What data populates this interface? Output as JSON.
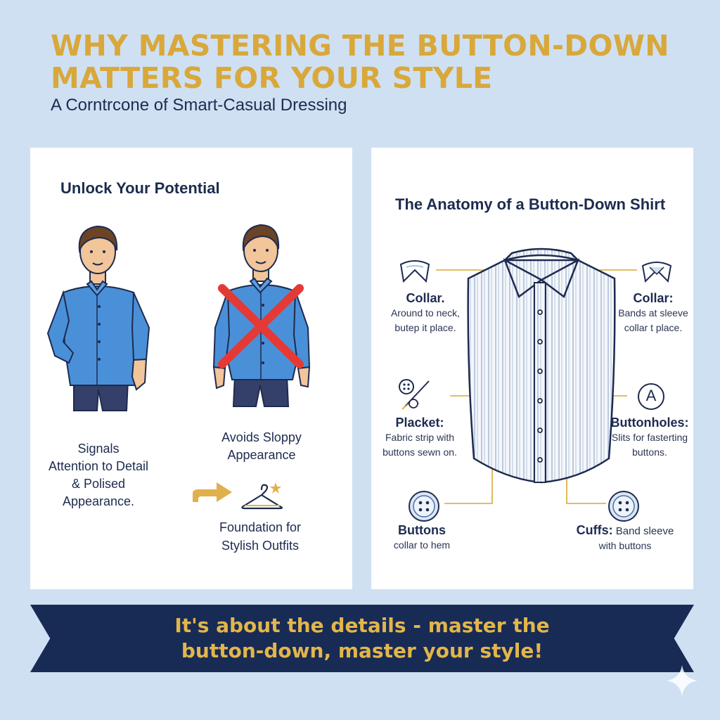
{
  "header": {
    "title_line1": "WHY MASTERING THE BUTTON-DOWN",
    "title_line2": "MATTERS FOR YOUR STYLE",
    "subtitle": "A Corntrcone of Smart-Casual Dressing"
  },
  "left_panel": {
    "title": "Unlock Your Potential",
    "signals": [
      "Signals",
      "Attention to Detail",
      "& Polised",
      "Appearance."
    ],
    "avoids": [
      "Avoids Sloppy",
      "Appearance"
    ],
    "foundation": [
      "Foundation for",
      "Stylish Outfits"
    ]
  },
  "right_panel": {
    "title": "The Anatomy of a Button-Down Shirt",
    "labels": {
      "collar_left": {
        "head": "Collar.",
        "desc": [
          "Around to neck,",
          "butep it place."
        ]
      },
      "collar_right": {
        "head": "Collar:",
        "desc": [
          "Bands at sleeve",
          "collar t place."
        ]
      },
      "placket": {
        "head": "Placket:",
        "desc": [
          "Fabric strip with",
          "buttons sewn on."
        ]
      },
      "buttonholes": {
        "head": "Buttonholes:",
        "desc": [
          "Slits for fasterting",
          "buttons."
        ]
      },
      "buttons": {
        "head": "Buttons",
        "desc": [
          "collar to hem"
        ]
      },
      "cuffs": {
        "head": "Cuffs:",
        "head_rest": " Band sleeve",
        "desc": [
          "with buttons"
        ]
      }
    },
    "buttonhole_icon_letter": "A"
  },
  "banner": {
    "line1": "It's about the details - master the",
    "line2": "button-down, master your style!"
  },
  "colors": {
    "background": "#cfe0f2",
    "gold": "#d9a83a",
    "navy": "#172b55",
    "shirt_blue": "#4a90d9",
    "cross_red": "#e53935"
  },
  "icons": [
    "arrow-right-icon",
    "hanger-icon",
    "star-icon",
    "collar-icon",
    "needle-thread-icon",
    "buttonhole-icon",
    "button-icon",
    "sparkle-icon"
  ]
}
